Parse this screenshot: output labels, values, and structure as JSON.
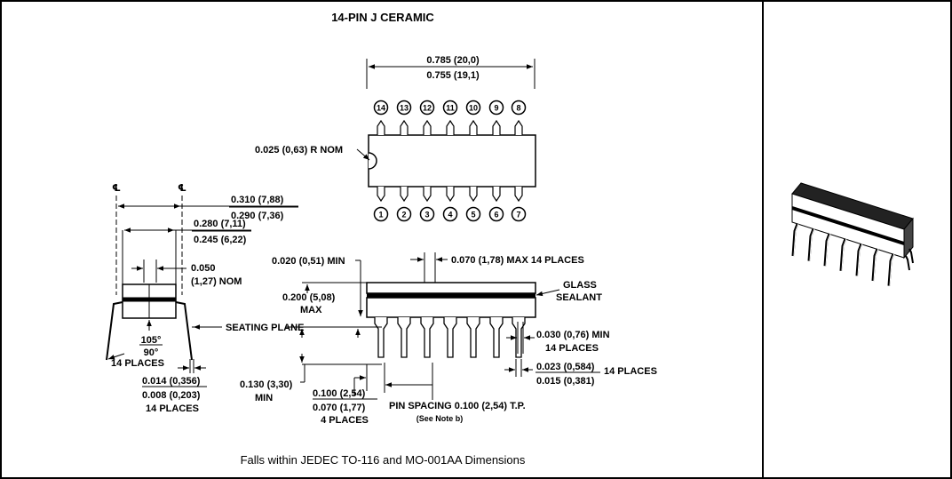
{
  "title": "14-PIN J CERAMIC",
  "footer": "Falls within JEDEC TO-116 and MO-001AA Dimensions",
  "top_view": {
    "width_max": "0.785 (20,0)",
    "width_min": "0.755 (19,1)",
    "notch_radius": "0.025 (0,63) R NOM",
    "pins_top": [
      "14",
      "13",
      "12",
      "11",
      "10",
      "9",
      "8"
    ],
    "pins_bottom": [
      "1",
      "2",
      "3",
      "4",
      "5",
      "6",
      "7"
    ]
  },
  "end_view": {
    "cl_left": "℄",
    "cl_right": "℄",
    "row_max": "0.310 (7,88)",
    "row_min": "0.290 (7,36)",
    "body_max": "0.280 (7,11)",
    "body_min": "0.245 (6,22)",
    "gap_line1": "0.050",
    "gap_line2": "(1,27) NOM",
    "seating_plane": "SEATING PLANE",
    "angle_max": "105°",
    "angle_min": "90°",
    "angle_places": "14 PLACES",
    "lead_thk_max": "0.014 (0,356)",
    "lead_thk_min": "0.008 (0,203)",
    "lead_thk_places": "14 PLACES"
  },
  "side_view": {
    "standoff": "0.020 (0,51) MIN",
    "lead_top": "0.070 (1,78) MAX 14 PLACES",
    "glass_line1": "GLASS",
    "glass_line2": "SEALANT",
    "height_line1": "0.200 (5,08)",
    "height_line2": "MAX",
    "lead_len_line1": "0.130 (3,30)",
    "lead_len_line2": "MIN",
    "end_pin_max": "0.100 (2,54)",
    "end_pin_min": "0.070 (1,77)",
    "end_pin_places": "4 PLACES",
    "pin_spacing": "PIN SPACING 0.100 (2,54) T.P.",
    "pin_spacing_note": "(See Note b)",
    "shoulder_line1": "0.030 (0,76) MIN",
    "shoulder_line2": "14 PLACES",
    "lead_w_max": "0.023 (0,584)",
    "lead_w_min": "0.015 (0,381)",
    "lead_w_places": "14 PLACES"
  }
}
